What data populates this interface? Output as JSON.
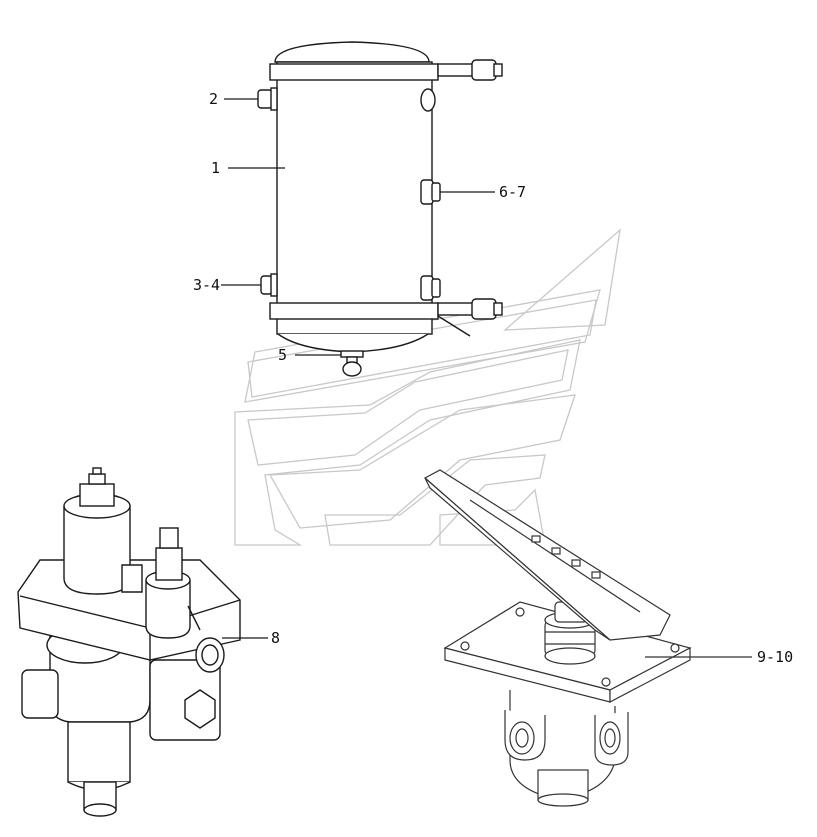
{
  "callouts": {
    "c1": "1",
    "c2": "2",
    "c34": "3-4",
    "c5": "5",
    "c67": "6-7",
    "c8": "8",
    "c910": "9-10"
  },
  "colors": {
    "line": "#1a1a1a",
    "watermark": "#c8c8c8",
    "background": "#ffffff"
  }
}
